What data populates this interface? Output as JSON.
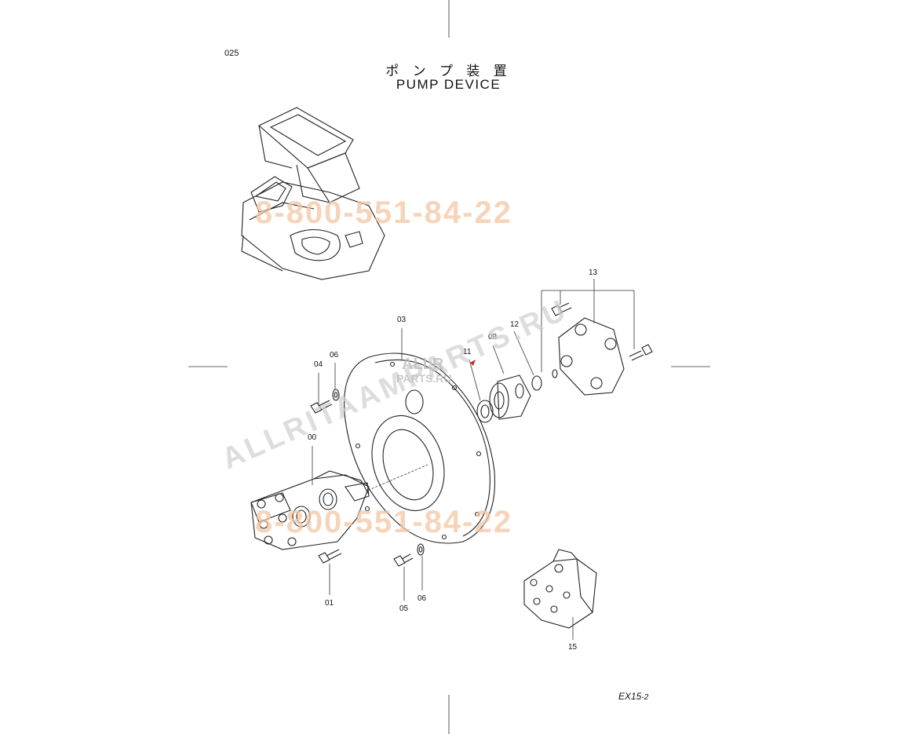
{
  "page_number": "025",
  "title": {
    "japanese": "ポ ン プ 装 置",
    "english": "PUMP  DEVICE"
  },
  "footer": {
    "model": "EX15",
    "suffix": "-2"
  },
  "callouts": [
    "00",
    "01",
    "03",
    "04",
    "05",
    "06",
    "06",
    "08",
    "11",
    "12",
    "13",
    "15"
  ],
  "watermarks": {
    "phone": "8-800-551-84-22",
    "site": "ALLRITAAMPARTS.RU",
    "logo_line1": "ALLR",
    "logo_line2": "PARTS.RU"
  }
}
